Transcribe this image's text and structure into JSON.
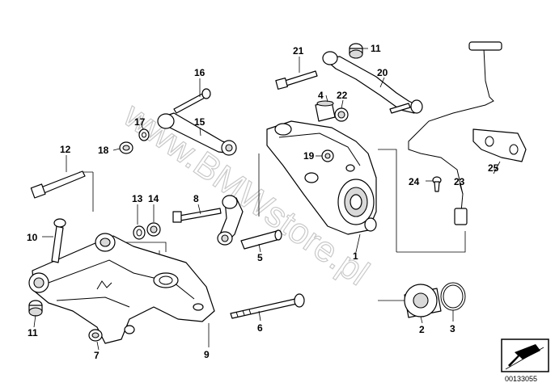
{
  "watermark": "www.BMWstore.pl",
  "diagram_number": "00133055",
  "callouts": [
    {
      "id": "c1",
      "label": "1"
    },
    {
      "id": "c2",
      "label": "2"
    },
    {
      "id": "c3",
      "label": "3"
    },
    {
      "id": "c4",
      "label": "4"
    },
    {
      "id": "c5",
      "label": "5"
    },
    {
      "id": "c6",
      "label": "6"
    },
    {
      "id": "c7",
      "label": "7"
    },
    {
      "id": "c8",
      "label": "8"
    },
    {
      "id": "c9",
      "label": "9"
    },
    {
      "id": "c10",
      "label": "10"
    },
    {
      "id": "c11a",
      "label": "11"
    },
    {
      "id": "c11b",
      "label": "11"
    },
    {
      "id": "c12",
      "label": "12"
    },
    {
      "id": "c13",
      "label": "13"
    },
    {
      "id": "c14",
      "label": "14"
    },
    {
      "id": "c15",
      "label": "15"
    },
    {
      "id": "c16",
      "label": "16"
    },
    {
      "id": "c17",
      "label": "17"
    },
    {
      "id": "c18",
      "label": "18"
    },
    {
      "id": "c19",
      "label": "19"
    },
    {
      "id": "c20",
      "label": "20"
    },
    {
      "id": "c21",
      "label": "21"
    },
    {
      "id": "c22",
      "label": "22"
    },
    {
      "id": "c23",
      "label": "23"
    },
    {
      "id": "c24",
      "label": "24"
    },
    {
      "id": "c25",
      "label": "25"
    }
  ]
}
